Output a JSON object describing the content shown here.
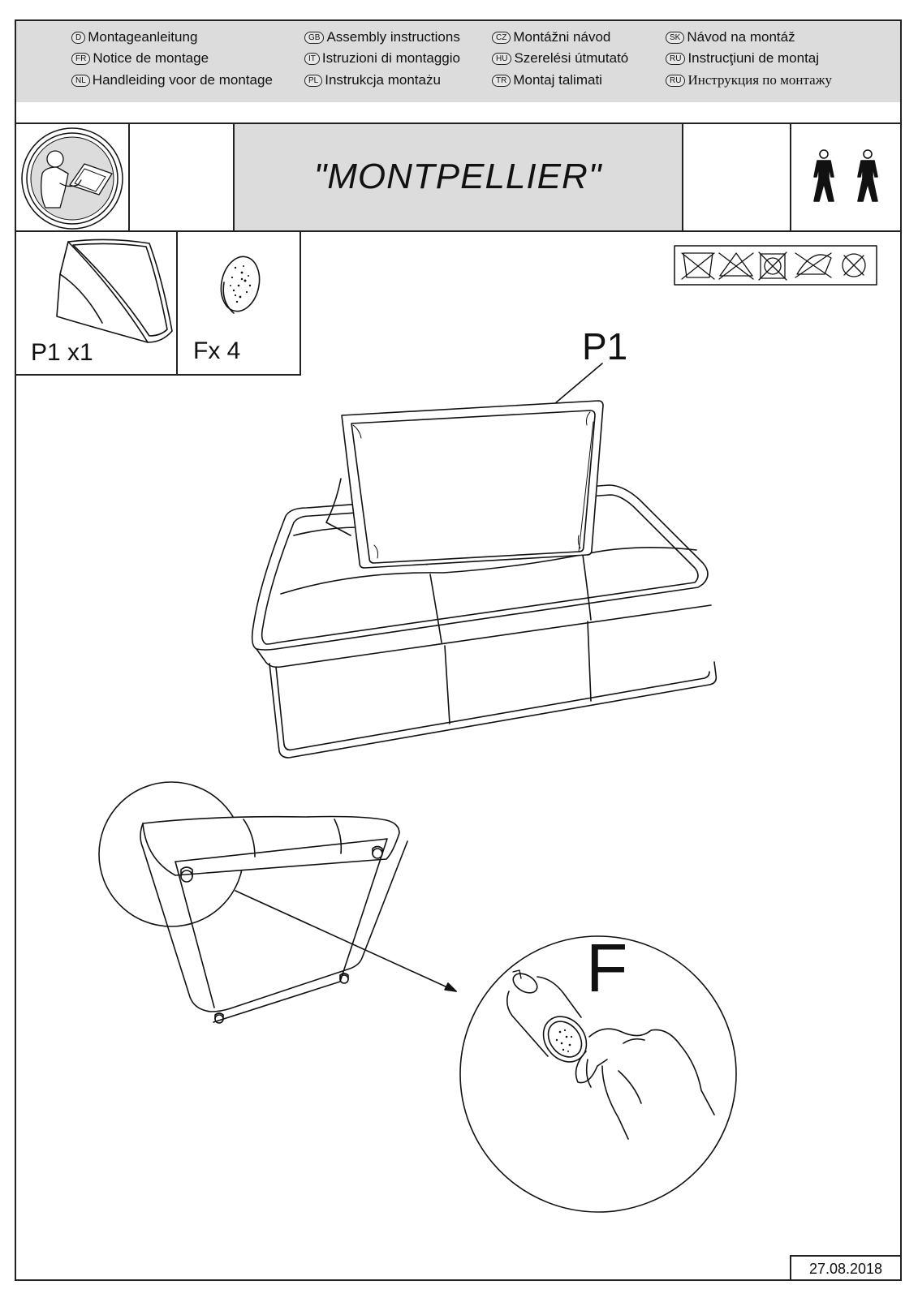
{
  "languages": [
    {
      "code": "D",
      "text": "Montageanleitung"
    },
    {
      "code": "GB",
      "text": "Assembly instructions"
    },
    {
      "code": "CZ",
      "text": "Montážni návod"
    },
    {
      "code": "SK",
      "text": "Návod na montáž"
    },
    {
      "code": "FR",
      "text": "Notice de montage"
    },
    {
      "code": "IT",
      "text": "Istruzioni di montaggio"
    },
    {
      "code": "HU",
      "text": "Szerelési útmutató"
    },
    {
      "code": "RU",
      "text": "Instrucţiuni de montaj"
    },
    {
      "code": "NL",
      "text": "Handleiding voor de montage"
    },
    {
      "code": "PL",
      "text": "Instrukcja montażu"
    },
    {
      "code": "TR",
      "text": "Montaj talimati"
    },
    {
      "code": "RU",
      "text": "Инструкция по монтажу"
    }
  ],
  "header": {
    "title": "\"MONTPELLIER\""
  },
  "parts": [
    {
      "label": "P1 x1"
    },
    {
      "label": "Fx 4"
    }
  ],
  "callouts": {
    "part_label": "P1",
    "detail_label": "F"
  },
  "icons": {
    "read_manual": "read-manual-icon",
    "two_persons": "two-persons-icon",
    "care_symbols": "care-symbols-icon"
  },
  "footer": {
    "date": "27.08.2018"
  }
}
